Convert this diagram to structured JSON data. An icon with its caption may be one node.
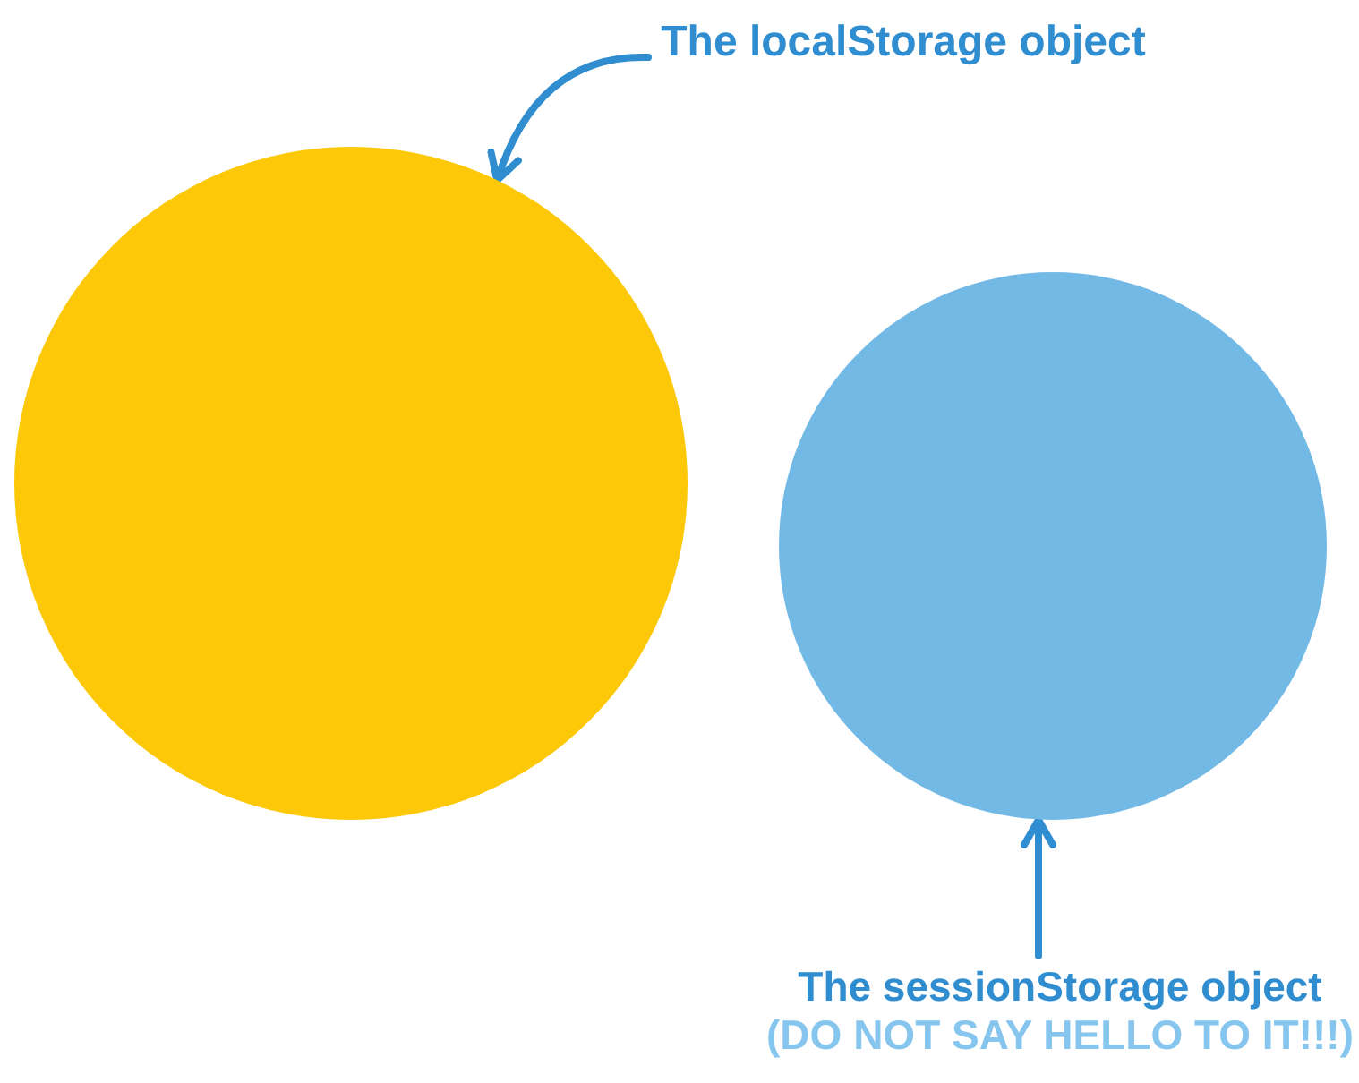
{
  "diagram": {
    "nodes": [
      {
        "text": [
          "The localStorage object"
        ]
      },
      {
        "text": [],
        "shape": "circle"
      },
      {
        "text": [],
        "shape": "circle"
      },
      {
        "text": [
          "The sessionStorage object",
          "(DO NOT SAY HELLO TO IT!!!)"
        ]
      }
    ],
    "edges": [
      {
        "from": 0,
        "to": 1,
        "arrow": "to"
      },
      {
        "from": 3,
        "to": 2,
        "arrow": "to"
      }
    ]
  }
}
